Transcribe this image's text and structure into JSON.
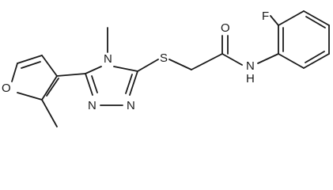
{
  "atoms": {
    "F": "F",
    "N_methyl": "N",
    "S": "S",
    "O_carbonyl": "O",
    "NH": "N",
    "H": "H",
    "N_ring_a": "N",
    "N_ring_b": "N",
    "O_furan": "O"
  },
  "colors": {
    "bond": "#1a1a1a",
    "background": "#ffffff"
  }
}
